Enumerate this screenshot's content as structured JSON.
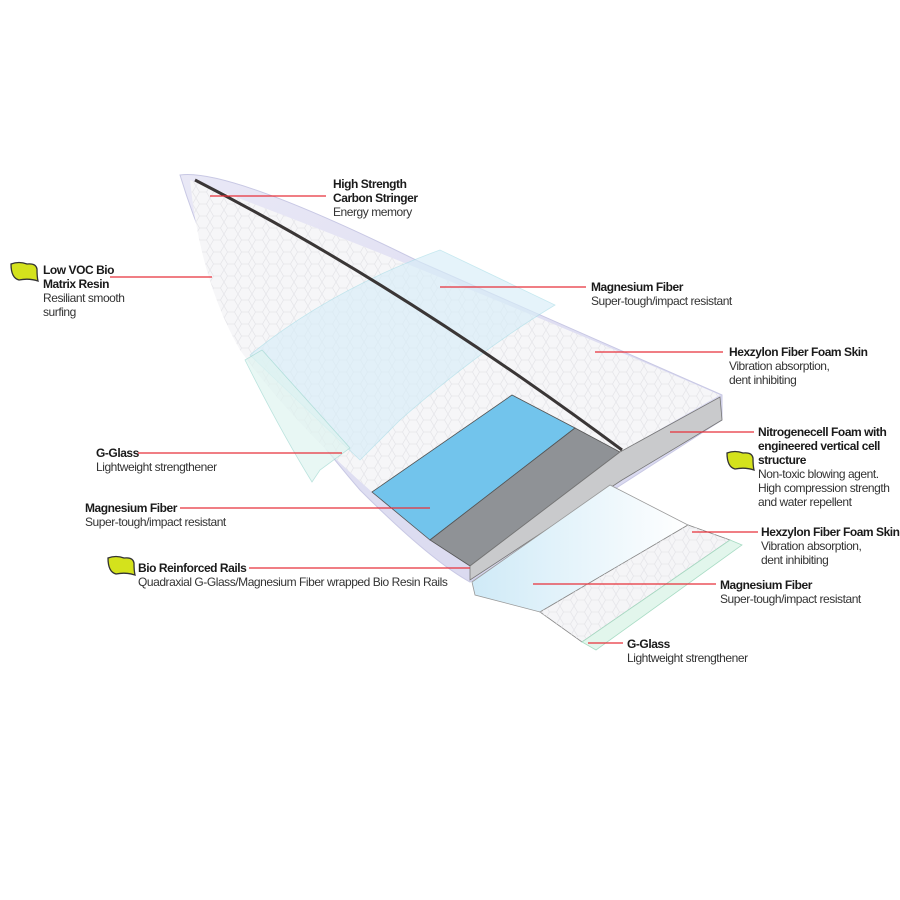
{
  "colors": {
    "leader": "#e8303a",
    "leaf": "#d4e21c",
    "blue": "#72c4ec",
    "foam": "#8f9296"
  },
  "callouts": [
    {
      "id": "stringer",
      "title": [
        "High Strength",
        "Carbon Stringer"
      ],
      "desc": [
        "Energy memory"
      ],
      "eco": false
    },
    {
      "id": "resin",
      "title": [
        "Low VOC Bio",
        "Matrix Resin"
      ],
      "desc": [
        "Resiliant smooth",
        "surfing"
      ],
      "eco": true
    },
    {
      "id": "mag-top",
      "title": [
        "Magnesium Fiber"
      ],
      "desc": [
        "Super-tough/impact resistant"
      ],
      "eco": false
    },
    {
      "id": "hex-top",
      "title": [
        "Hexzylon Fiber Foam Skin"
      ],
      "desc": [
        "Vibration absorption,",
        "dent inhibiting"
      ],
      "eco": false
    },
    {
      "id": "foam",
      "title": [
        "Nitrogenecell Foam with",
        "engineered vertical cell",
        "structure"
      ],
      "desc": [
        "Non-toxic blowing agent.",
        "High compression strength",
        "and water repellent"
      ],
      "eco": true
    },
    {
      "id": "glass-left",
      "title": [
        "G-Glass"
      ],
      "desc": [
        "Lightweight strengthener"
      ],
      "eco": false
    },
    {
      "id": "mag-left",
      "title": [
        "Magnesium Fiber"
      ],
      "desc": [
        "Super-tough/impact resistant"
      ],
      "eco": false
    },
    {
      "id": "rails",
      "title": [
        "Bio Reinforced Rails"
      ],
      "desc": [
        "Quadraxial G-Glass/Magnesium Fiber wrapped Bio Resin Rails"
      ],
      "eco": true
    },
    {
      "id": "hex-bottom",
      "title": [
        "Hexzylon Fiber Foam Skin"
      ],
      "desc": [
        "Vibration absorption,",
        "dent inhibiting"
      ],
      "eco": false
    },
    {
      "id": "mag-bottom",
      "title": [
        "Magnesium Fiber"
      ],
      "desc": [
        "Super-tough/impact resistant"
      ],
      "eco": false
    },
    {
      "id": "glass-bottom",
      "title": [
        "G-Glass"
      ],
      "desc": [
        "Lightweight strengthener"
      ],
      "eco": false
    }
  ]
}
